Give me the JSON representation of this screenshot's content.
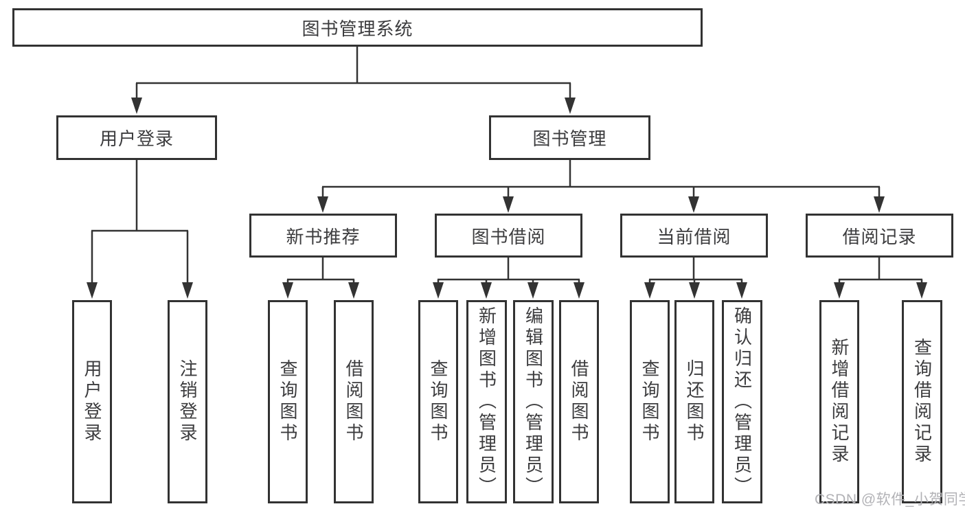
{
  "style": {
    "background": "#ffffff",
    "line_color": "#333333",
    "box_border_color": "#323232",
    "text_color": "#3c3c3e",
    "watermark_color": "#b2b2b6"
  },
  "tree": {
    "root": "图书管理系统",
    "level2": [
      {
        "label": "用户登录",
        "leaves": [
          "用户登录",
          "注销登录"
        ]
      },
      {
        "label": "图书管理",
        "level3": [
          {
            "label": "新书推荐",
            "leaves": [
              "查询图书",
              "借阅图书"
            ]
          },
          {
            "label": "图书借阅",
            "leaves": [
              "查询图书",
              "新增图书（管理员）",
              "编辑图书（管理员）",
              "借阅图书"
            ]
          },
          {
            "label": "当前借阅",
            "leaves": [
              "查询图书",
              "归还图书",
              "确认归还（管理员）"
            ]
          },
          {
            "label": "借阅记录",
            "leaves": [
              "新增借阅记录",
              "查询借阅记录"
            ]
          }
        ]
      }
    ]
  },
  "watermark": {
    "text": "CSDN @软件_小贺同学"
  }
}
